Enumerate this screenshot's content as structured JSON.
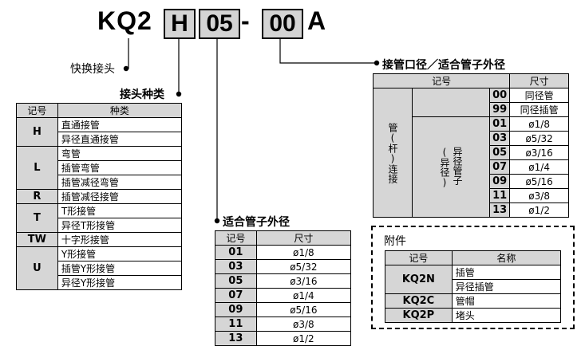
{
  "model_code": {
    "prefix": "KQ2",
    "box1": "H",
    "box2": "05",
    "dash": "-",
    "box3": "00",
    "suffix": "A"
  },
  "labels": {
    "quick_connector": "快换接头",
    "connector_type": "接头种类",
    "pipe_od": "适合管子外径",
    "port_size": "接管口径／适合管子外径",
    "accessory": "附件"
  },
  "type_table": {
    "headers": [
      "记号",
      "种类"
    ],
    "groups": [
      {
        "code": "H",
        "items": [
          "直通接管",
          "异径直通接管"
        ]
      },
      {
        "code": "L",
        "items": [
          "弯管",
          "插管弯管",
          "插管减径弯管"
        ]
      },
      {
        "code": "R",
        "items": [
          "插管减径接管"
        ]
      },
      {
        "code": "T",
        "items": [
          "T形接管",
          "异径T形接管"
        ]
      },
      {
        "code": "TW",
        "items": [
          "十字形接管"
        ]
      },
      {
        "code": "U",
        "items": [
          "Y形接管",
          "插管Y形接管",
          "异径Y形接管"
        ]
      }
    ]
  },
  "od_table": {
    "headers": [
      "记号",
      "尺寸"
    ],
    "rows": [
      {
        "code": "01",
        "size": "ø1/8"
      },
      {
        "code": "03",
        "size": "ø5/32"
      },
      {
        "code": "05",
        "size": "ø3/16"
      },
      {
        "code": "07",
        "size": "ø1/4"
      },
      {
        "code": "09",
        "size": "ø5/16"
      },
      {
        "code": "11",
        "size": "ø3/8"
      },
      {
        "code": "13",
        "size": "ø1/2"
      }
    ]
  },
  "port_table": {
    "headers": [
      "记号",
      "尺寸"
    ],
    "group_label": "管(杆)连接",
    "sub_label_a": "异径管子",
    "sub_label_b": "(异径)",
    "top_rows": [
      {
        "code": "00",
        "size": "同径管"
      },
      {
        "code": "99",
        "size": "同径插管"
      }
    ],
    "rows": [
      {
        "code": "01",
        "size": "ø1/8"
      },
      {
        "code": "03",
        "size": "ø5/32"
      },
      {
        "code": "05",
        "size": "ø3/16"
      },
      {
        "code": "07",
        "size": "ø1/4"
      },
      {
        "code": "09",
        "size": "ø5/16"
      },
      {
        "code": "11",
        "size": "ø3/8"
      },
      {
        "code": "13",
        "size": "ø1/2"
      }
    ]
  },
  "accessory_table": {
    "headers": [
      "记号",
      "名称"
    ],
    "rows": [
      {
        "code": "KQ2N",
        "items": [
          "插管",
          "异径插管"
        ]
      },
      {
        "code": "KQ2C",
        "items": [
          "管帽"
        ]
      },
      {
        "code": "KQ2P",
        "items": [
          "堵头"
        ]
      }
    ]
  }
}
